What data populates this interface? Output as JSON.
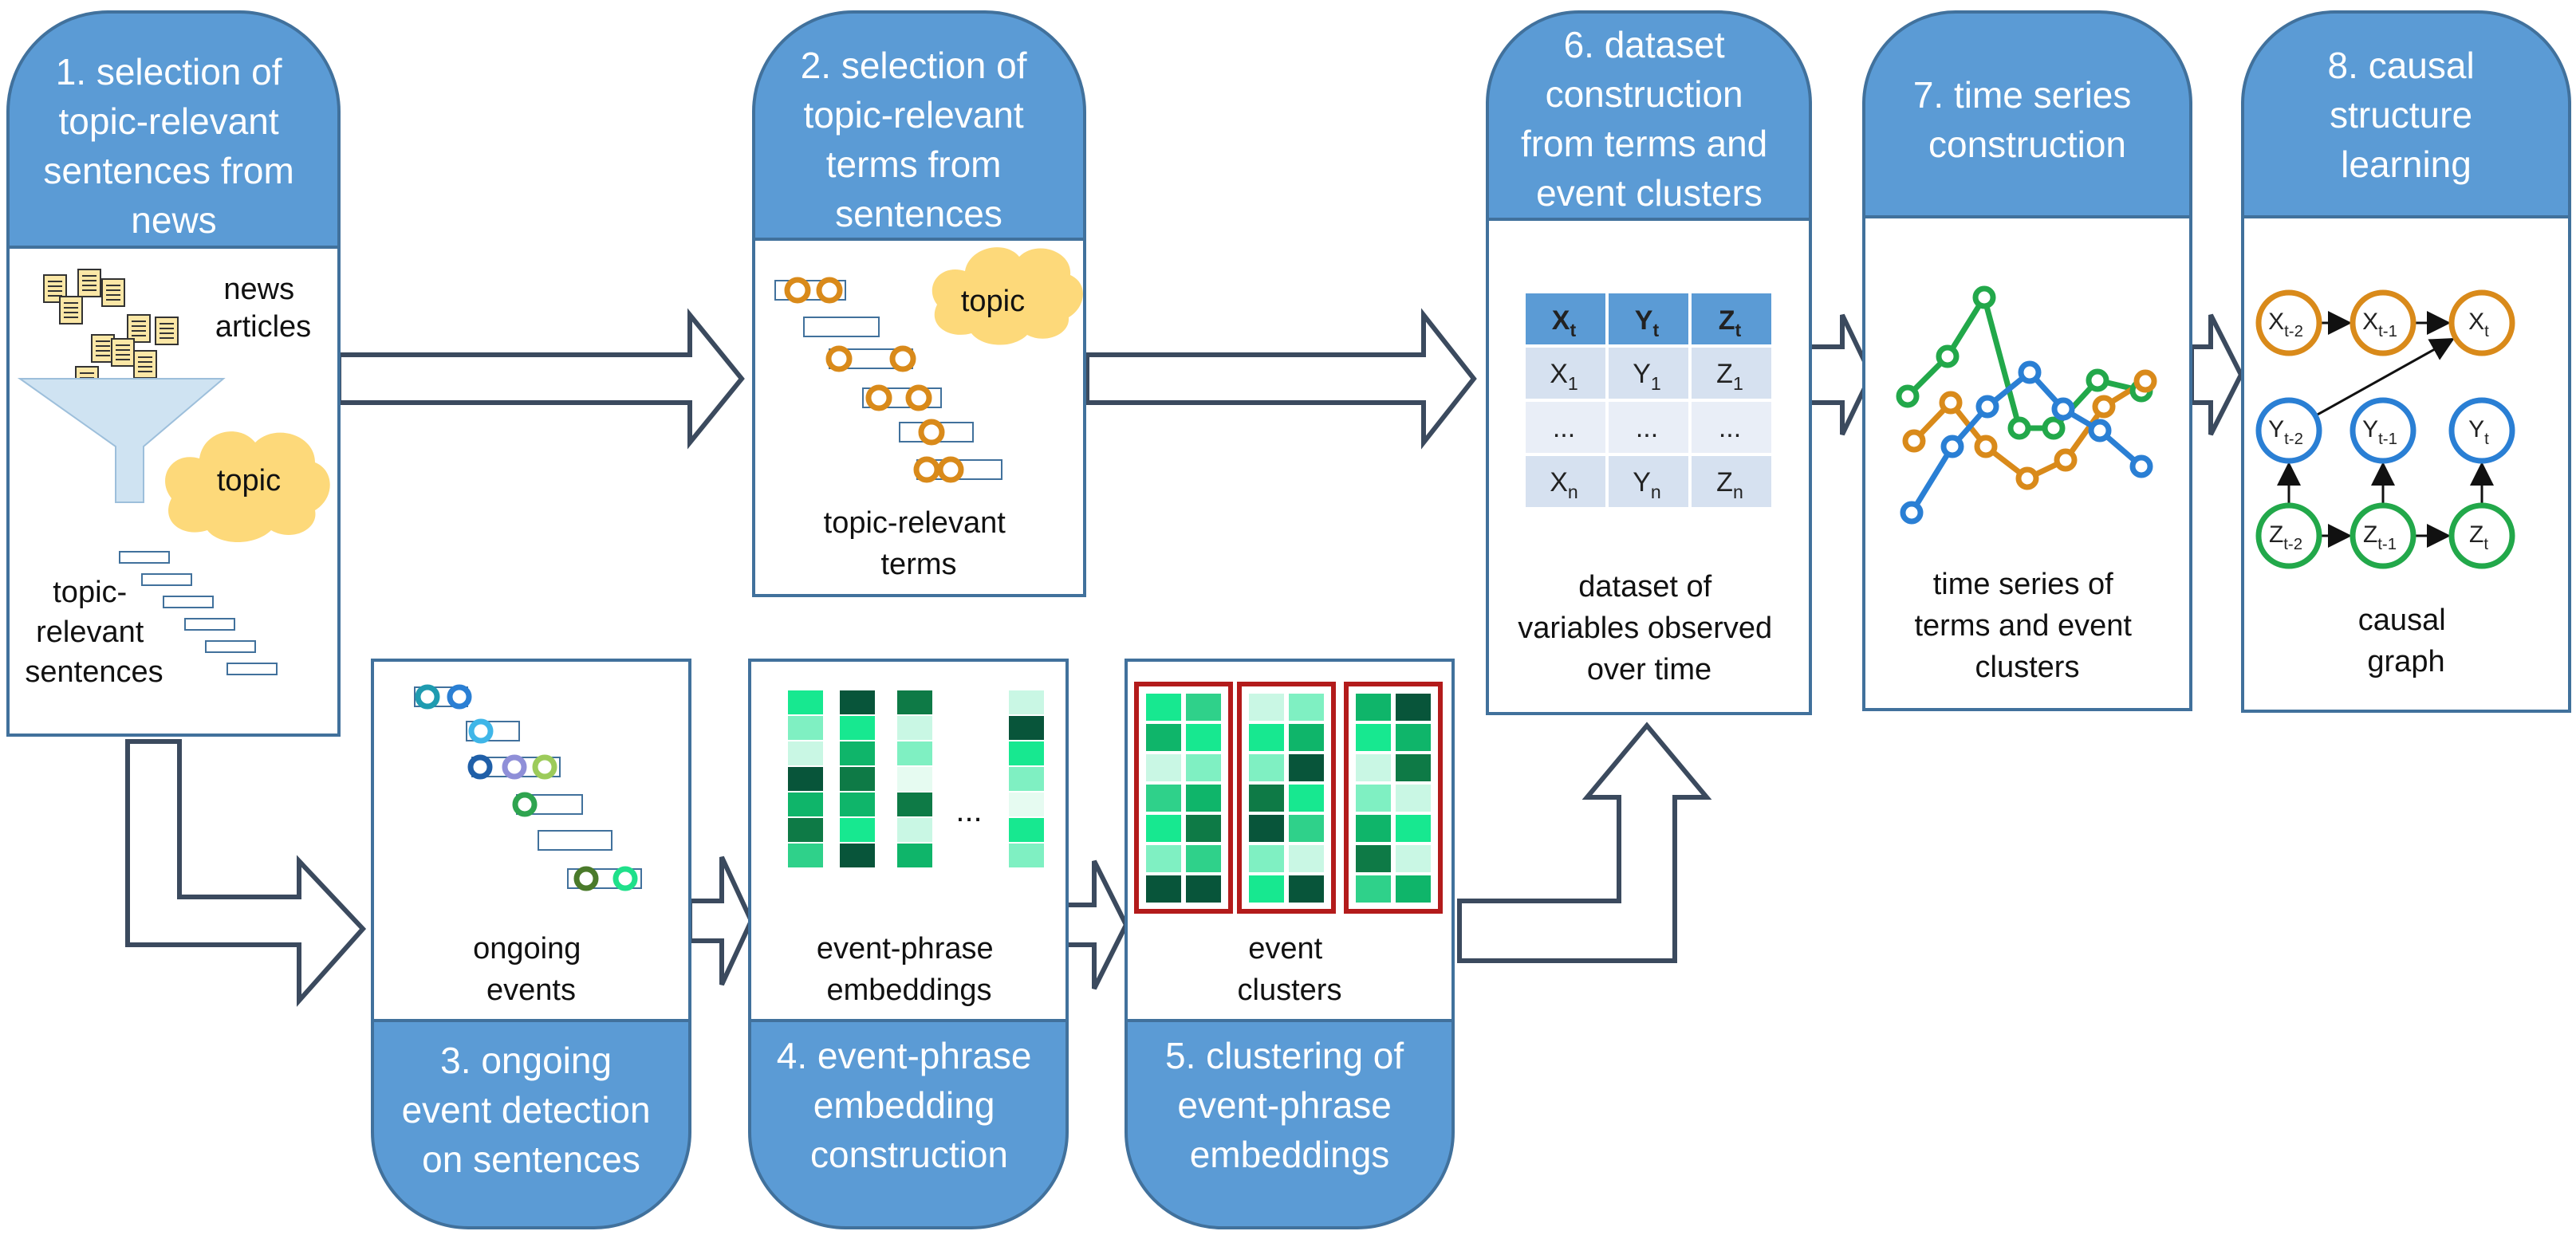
{
  "colors": {
    "header_blue": "#5b9bd5",
    "border_blue": "#41719c",
    "arrow_stroke": "#3b4a5e",
    "orange": "#d98a1a",
    "green": "#22a84a",
    "blue": "#2a7fd4",
    "cloud": "#fdd97a",
    "cluster_red": "#b31b1b"
  },
  "steps": {
    "s1": {
      "title": [
        "1. selection of",
        "topic-relevant",
        "sentences from",
        "news"
      ],
      "news_label": [
        "news",
        "articles"
      ],
      "topic": "topic",
      "result": [
        "topic-",
        "relevant",
        "sentences"
      ]
    },
    "s2": {
      "title": [
        "2. selection of",
        "topic-relevant",
        "terms from",
        "sentences"
      ],
      "topic": "topic",
      "result": [
        "topic-relevant",
        "terms"
      ]
    },
    "s3": {
      "title": [
        "3. ongoing",
        "event detection",
        "on sentences"
      ],
      "result": [
        "ongoing",
        "events"
      ]
    },
    "s4": {
      "title": [
        "4. event-phrase",
        "embedding",
        "construction"
      ],
      "result": [
        "event-phrase",
        "embeddings"
      ],
      "ellipsis": "..."
    },
    "s5": {
      "title": [
        "5. clustering of",
        "event-phrase",
        "embeddings"
      ],
      "result": [
        "event",
        "clusters"
      ]
    },
    "s6": {
      "title": [
        "6. dataset",
        "construction",
        "from terms and",
        "event clusters"
      ],
      "result": [
        "dataset of",
        "variables observed",
        "over time"
      ]
    },
    "s7": {
      "title": [
        "7. time series",
        "construction"
      ],
      "result": [
        "time series of",
        "terms and event",
        "clusters"
      ]
    },
    "s8": {
      "title": [
        "8. causal",
        "structure",
        "learning"
      ],
      "result": [
        "causal",
        "graph"
      ]
    }
  },
  "dataset_table": {
    "headers": [
      {
        "v": "X",
        "s": "t"
      },
      {
        "v": "Y",
        "s": "t"
      },
      {
        "v": "Z",
        "s": "t"
      }
    ],
    "rows": [
      [
        {
          "v": "X",
          "s": "1"
        },
        {
          "v": "Y",
          "s": "1"
        },
        {
          "v": "Z",
          "s": "1"
        }
      ],
      [
        {
          "v": "...",
          "s": ""
        },
        {
          "v": "...",
          "s": ""
        },
        {
          "v": "...",
          "s": ""
        }
      ],
      [
        {
          "v": "X",
          "s": "n"
        },
        {
          "v": "Y",
          "s": "n"
        },
        {
          "v": "Z",
          "s": "n"
        }
      ]
    ]
  },
  "causal_graph": {
    "nodes": [
      {
        "id": "x2",
        "v": "X",
        "s": "t-2",
        "color": "orange"
      },
      {
        "id": "x1",
        "v": "X",
        "s": "t-1",
        "color": "orange"
      },
      {
        "id": "x0",
        "v": "X",
        "s": "t",
        "color": "orange"
      },
      {
        "id": "y2",
        "v": "Y",
        "s": "t-2",
        "color": "blue"
      },
      {
        "id": "y1",
        "v": "Y",
        "s": "t-1",
        "color": "blue"
      },
      {
        "id": "y0",
        "v": "Y",
        "s": "t",
        "color": "blue"
      },
      {
        "id": "z2",
        "v": "Z",
        "s": "t-2",
        "color": "green"
      },
      {
        "id": "z1",
        "v": "Z",
        "s": "t-1",
        "color": "green"
      },
      {
        "id": "z0",
        "v": "Z",
        "s": "t",
        "color": "green"
      }
    ],
    "edges": [
      [
        "x2",
        "x1"
      ],
      [
        "x1",
        "x0"
      ],
      [
        "y2",
        "x0"
      ],
      [
        "z2",
        "y2"
      ],
      [
        "z1",
        "y1"
      ],
      [
        "z0",
        "y0"
      ],
      [
        "z2",
        "z1"
      ],
      [
        "z1",
        "z0"
      ]
    ]
  }
}
